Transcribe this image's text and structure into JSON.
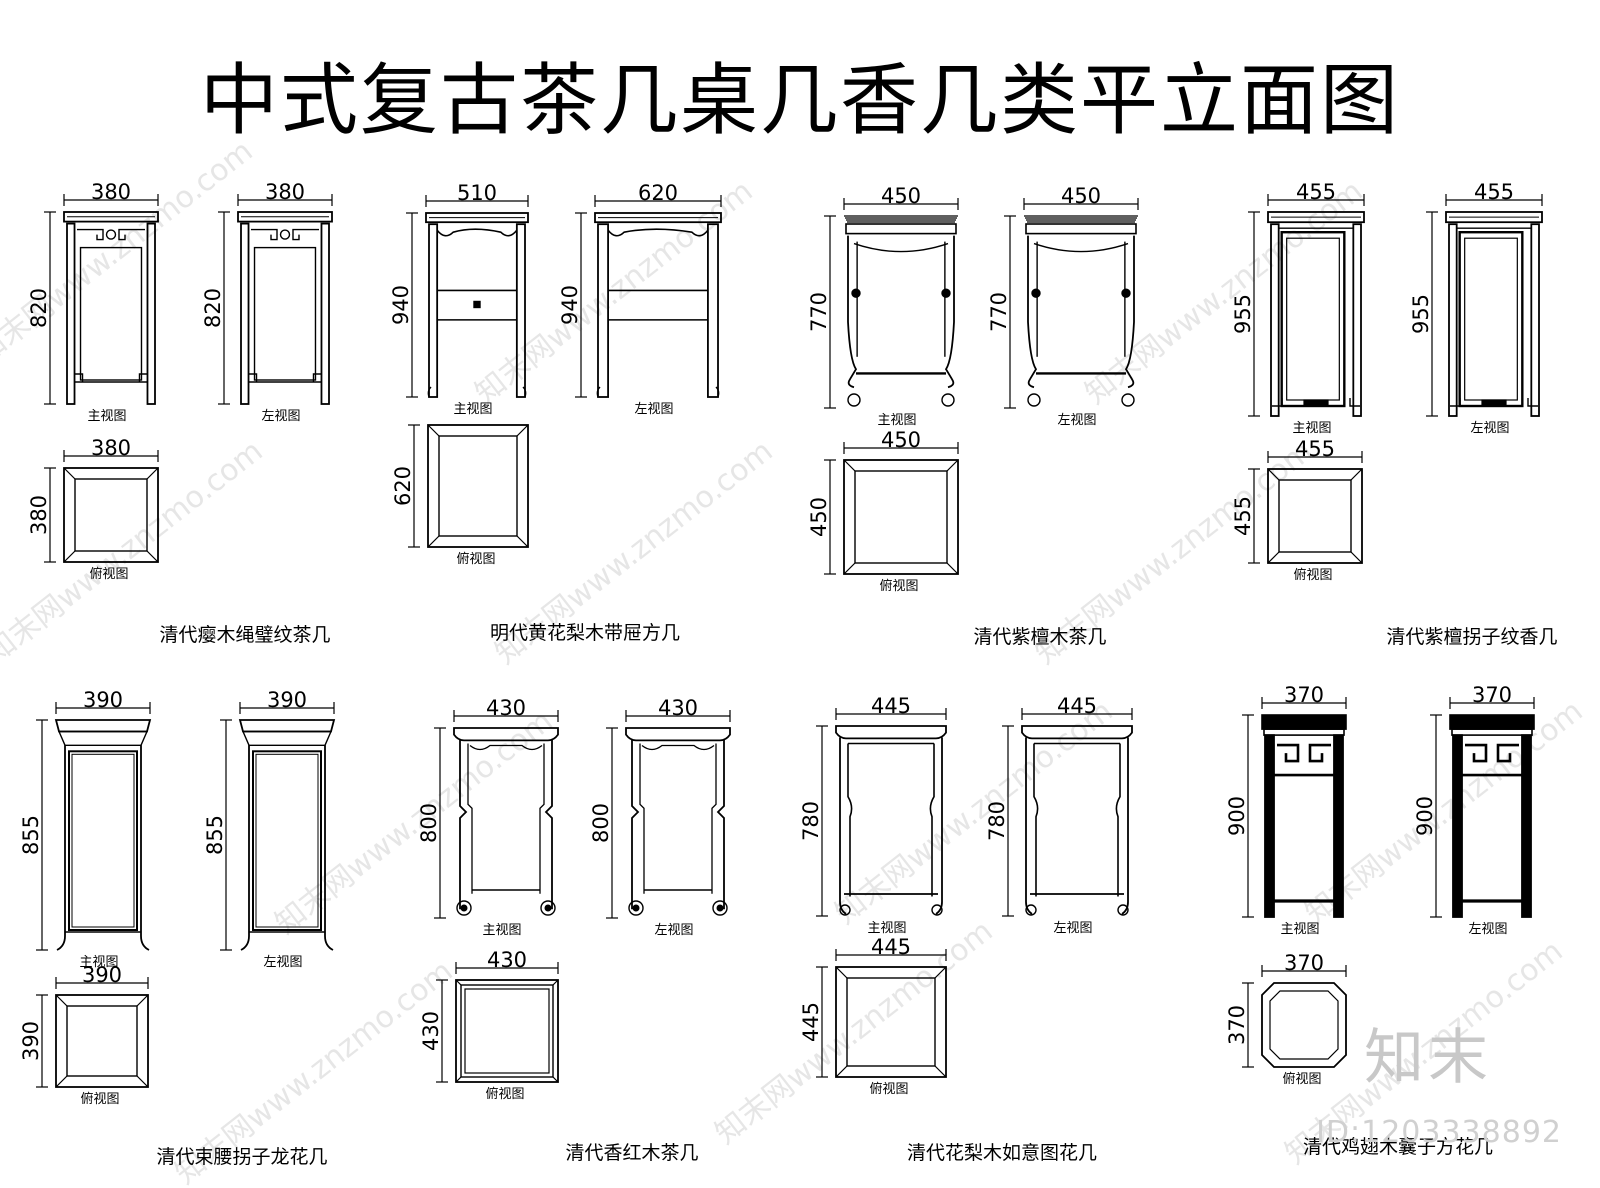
{
  "title": "中式复古茶几桌几香几类平立面图",
  "view_labels": {
    "front": "主视图",
    "left": "左视图",
    "top": "俯视图"
  },
  "watermark": {
    "logo": "知末",
    "id": "ID:1203338892",
    "site": "知末网www.znzmo.com"
  },
  "groups": [
    {
      "name": "清代瘿木绳璧纹茶几",
      "style": "panel-fret",
      "width": 380,
      "depth": 380,
      "height": 820,
      "views": [
        "front",
        "left",
        "top"
      ]
    },
    {
      "name": "明代黄花梨木带屉方几",
      "style": "drawer",
      "width": 510,
      "depth": 620,
      "height": 940,
      "views": [
        "front",
        "left",
        "top"
      ]
    },
    {
      "name": "清代紫檀木茶几",
      "style": "cabriole",
      "width": 450,
      "depth": 450,
      "height": 770,
      "views": [
        "front",
        "left",
        "top"
      ]
    },
    {
      "name": "清代紫檀拐子纹香几",
      "style": "double-frame",
      "width": 455,
      "depth": 455,
      "height": 955,
      "views": [
        "front",
        "left",
        "top"
      ]
    },
    {
      "name": "清代束腰拐子龙花几",
      "style": "waisted",
      "width": 390,
      "depth": 390,
      "height": 855,
      "views": [
        "front",
        "left",
        "top"
      ]
    },
    {
      "name": "清代香红木茶几",
      "style": "scroll-foot",
      "width": 430,
      "depth": 430,
      "height": 800,
      "views": [
        "front",
        "left",
        "top"
      ]
    },
    {
      "name": "清代花梨木如意图花几",
      "style": "ruyi",
      "width": 445,
      "depth": 445,
      "height": 780,
      "views": [
        "front",
        "left",
        "top"
      ]
    },
    {
      "name": "清代鸡翅木囊子方花几",
      "style": "bold-fret",
      "width": 370,
      "depth": 370,
      "height": 900,
      "views": [
        "front",
        "left",
        "top"
      ]
    }
  ]
}
